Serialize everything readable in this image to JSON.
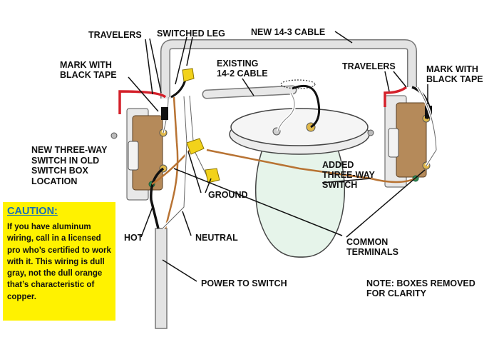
{
  "labels": {
    "travelers_left": "TRAVELERS",
    "switched_leg": "SWITCHED LEG",
    "new_cable": "NEW 14-3 CABLE",
    "mark_tape_left": [
      "MARK WITH",
      "BLACK TAPE"
    ],
    "existing_cable": [
      "EXISTING",
      "14-2 CABLE"
    ],
    "travelers_right": "TRAVELERS",
    "mark_tape_right": [
      "MARK WITH",
      "BLACK TAPE"
    ],
    "new_switch": [
      "NEW THREE-WAY",
      "SWITCH IN OLD",
      "SWITCH BOX",
      "LOCATION"
    ],
    "added_switch": [
      "ADDED",
      "THREE-WAY",
      "SWITCH"
    ],
    "ground": "GROUND",
    "hot": "HOT",
    "neutral": "NEUTRAL",
    "common_terminals": [
      "COMMON",
      "TERMINALS"
    ],
    "power_to_switch": "POWER TO SWITCH",
    "note": [
      "NOTE: BOXES REMOVED",
      "FOR CLARITY"
    ]
  },
  "caution": {
    "title": "CAUTION:",
    "body": "If you have aluminum wiring, call in a licensed pro who’s certified to work with it. This wiring is dull gray, not the dull orange that’s characteristic of copper."
  },
  "colors": {
    "caution_bg": "#fff200",
    "caution_title": "#1a6fb3",
    "wire_black": "#111111",
    "wire_red": "#d4202a",
    "wire_white": "#ffffff",
    "wire_copper": "#b87333",
    "wire_nut": "#f2d21b",
    "cable_sheath": "#d9d9d9",
    "bulb_glass": "#e6f4ea",
    "switch_body": "#b58a5a"
  }
}
